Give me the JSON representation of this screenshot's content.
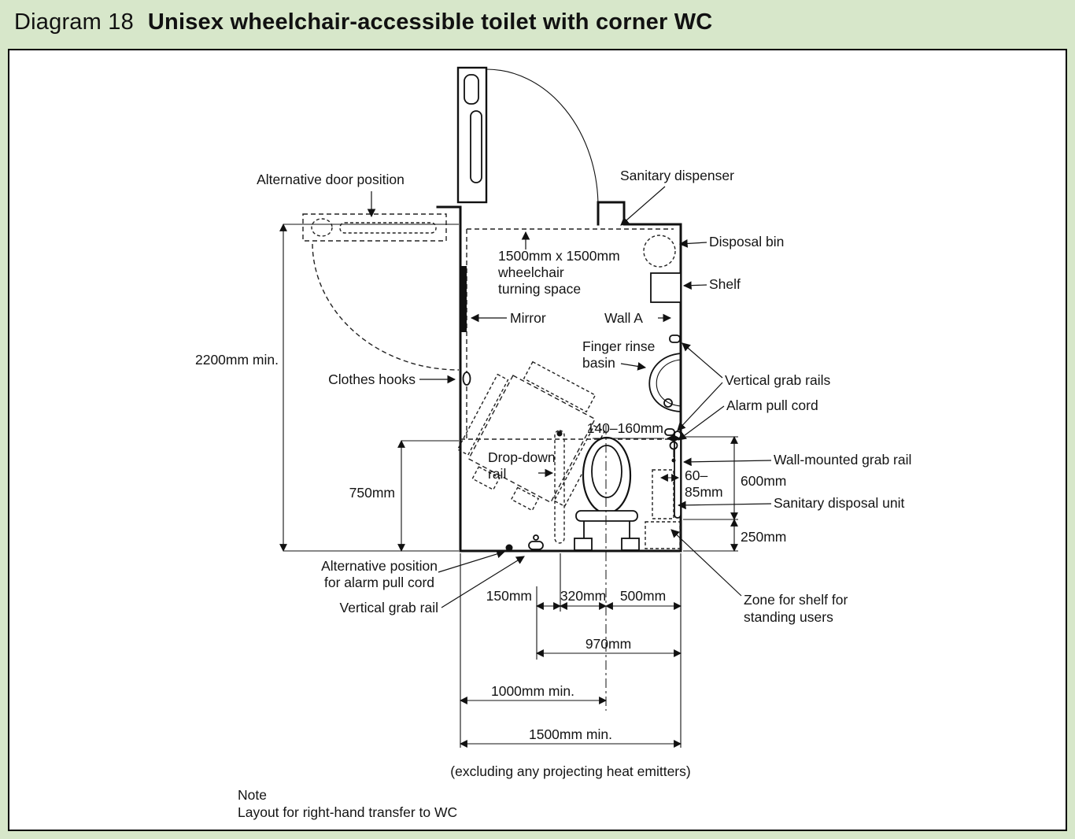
{
  "header": {
    "diagram_number": "Diagram 18",
    "title": "Unisex wheelchair-accessible toilet with corner WC"
  },
  "labels": {
    "alternative_door_position": "Alternative door position",
    "sanitary_dispenser": "Sanitary dispenser",
    "disposal_bin": "Disposal bin",
    "shelf": "Shelf",
    "mirror": "Mirror",
    "wall_a": "Wall A",
    "turning_space_line1": "1500mm x 1500mm",
    "turning_space_line2": "wheelchair",
    "turning_space_line3": "turning space",
    "clothes_hooks": "Clothes hooks",
    "finger_rinse_line1": "Finger rinse",
    "finger_rinse_line2": "basin",
    "vertical_grab_rails": "Vertical grab rails",
    "alarm_pull_cord": "Alarm pull cord",
    "wall_mounted_grab_rail": "Wall-mounted grab rail",
    "sanitary_disposal_unit": "Sanitary disposal unit",
    "drop_down_line1": "Drop-down",
    "drop_down_line2": "rail",
    "zone_shelf_line1": "Zone for shelf for",
    "zone_shelf_line2": "standing users",
    "alt_alarm_line1": "Alternative position",
    "alt_alarm_line2": "for alarm pull cord",
    "vertical_grab_rail_single": "Vertical grab rail"
  },
  "dimensions": {
    "d2200": "2200mm min.",
    "d750": "750mm",
    "d140_160": "140–160mm",
    "d600": "600mm",
    "d60_line1": "60–",
    "d60_line2": "85mm",
    "d250": "250mm",
    "d150": "150mm",
    "d320": "320mm",
    "d500": "500mm",
    "d970": "970mm",
    "d1000": "1000mm min.",
    "d1500": "1500mm min.",
    "excluding": "(excluding any projecting heat emitters)"
  },
  "note": {
    "title": "Note",
    "body": "Layout for right-hand transfer to WC"
  },
  "colors": {
    "page_background": "#d7e7ca",
    "drawing_background": "#ffffff",
    "line": "#111111"
  }
}
